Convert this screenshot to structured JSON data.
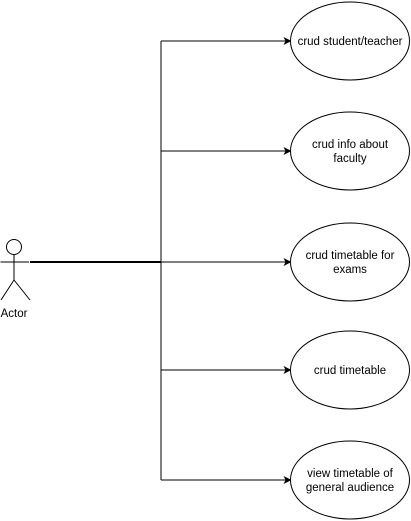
{
  "actor": {
    "label": "Actor",
    "icon": "stick-figure-icon"
  },
  "use_cases": [
    {
      "label": [
        "crud student/teacher"
      ]
    },
    {
      "label": [
        "crud info about",
        "faculty"
      ]
    },
    {
      "label": [
        "crud timetable for",
        "exams"
      ]
    },
    {
      "label": [
        "crud timetable"
      ]
    },
    {
      "label": [
        "view timetable of",
        "general audience"
      ]
    }
  ],
  "colors": {
    "stroke": "#000000",
    "fill": "#ffffff",
    "text": "#000000"
  }
}
